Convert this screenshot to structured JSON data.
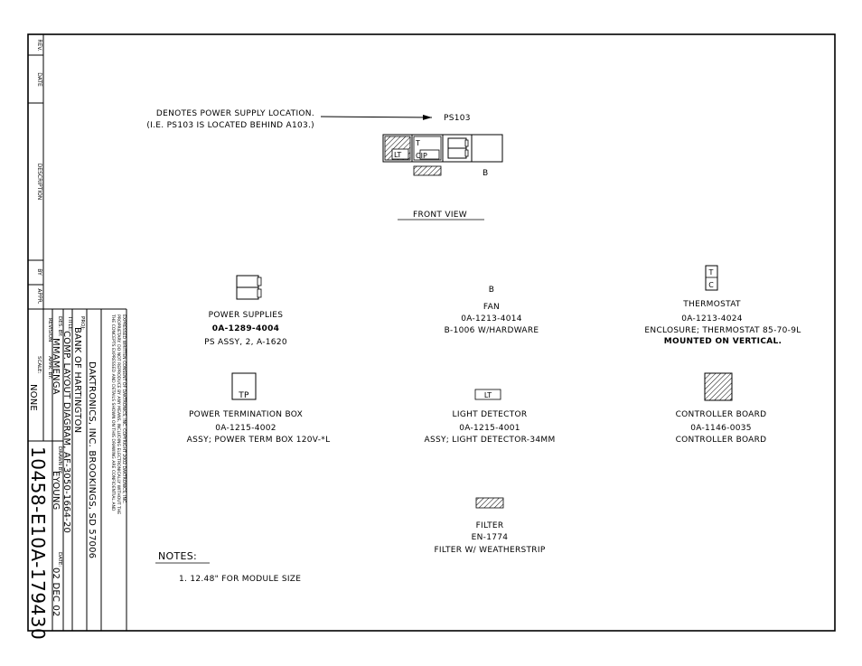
{
  "callout": {
    "line1": "DENOTES POWER SUPPLY LOCATION.",
    "line2": "(I.E. PS103 IS LOCATED BEHIND A103.)",
    "target": "PS103"
  },
  "front_view": {
    "title": "FRONT VIEW",
    "lt_label": "LT",
    "t_label": "T",
    "cip_label": "CIP",
    "b_label": "B"
  },
  "components": {
    "power_supplies": {
      "name": "POWER SUPPLIES",
      "part": "0A-1289-4004",
      "desc": "PS ASSY, 2, A-1620"
    },
    "fan": {
      "symbol": "B",
      "name": "FAN",
      "part": "0A-1213-4014",
      "desc": "B-1006 W/HARDWARE"
    },
    "thermostat": {
      "sym_t": "T",
      "sym_c": "C",
      "name": "THERMOSTAT",
      "part": "0A-1213-4024",
      "desc": "ENCLOSURE; THERMOSTAT 85-70-9L",
      "note": "MOUNTED ON VERTICAL."
    },
    "power_term": {
      "symbol": "TP",
      "name": "POWER TERMINATION BOX",
      "part": "0A-1215-4002",
      "desc": "ASSY; POWER TERM BOX 120V-*L"
    },
    "light_detector": {
      "symbol": "LT",
      "name": "LIGHT DETECTOR",
      "part": "0A-1215-4001",
      "desc": "ASSY; LIGHT DETECTOR-34MM"
    },
    "controller": {
      "name": "CONTROLLER BOARD",
      "part": "0A-1146-0035",
      "desc": "CONTROLLER BOARD"
    },
    "filter": {
      "name": "FILTER",
      "part": "EN-1774",
      "desc": "FILTER W/ WEATHERSTRIP"
    }
  },
  "notes": {
    "title": "NOTES:",
    "items": [
      "1.   12.48\" FOR MODULE SIZE"
    ]
  },
  "revision_block": {
    "rev": "REV.",
    "date": "DATE",
    "description": "DESCRIPTION",
    "by": "BY",
    "appr": "APPR."
  },
  "title_block": {
    "confidential_1": "THE CONCEPTS EXPRESSED AND DETAILS SHOWN ON THIS DRAWING ARE CONFIDENTIAL AND",
    "confidential_2": "PROPRIETARY. DO NOT REPRODUCE BY ANY MEANS, INCLUDING ELECTRONICALLY WITHOUT THE",
    "confidential_3": "EXPRESSED WRITTEN CONSENT OF DAKTRONICS, INC.                    COPYRIGHT 2002 DAKTRONICS, INC.",
    "company": "DAKTRONICS, INC.  BROOKINGS, SD 57006",
    "proj_label": "PROJ:",
    "proj": "BANK OF HARTINGTON",
    "title_label": "TITLE:",
    "title": "COMP. LAYOUT DIAGRAM, AF-3050-1664-20",
    "des_label": "DES. BY:",
    "des": "MMAMENGA",
    "drawn_label": "DRAWN BY:",
    "drawn": "EYOUNG",
    "date_label": "DATE:",
    "date": "02 DEC 02",
    "revision_label": "REVISION",
    "appr_label": "APPR. BY:",
    "scale_label": "SCALE:",
    "scale": "NONE",
    "drawing_number": "10458-E10A-179430"
  }
}
